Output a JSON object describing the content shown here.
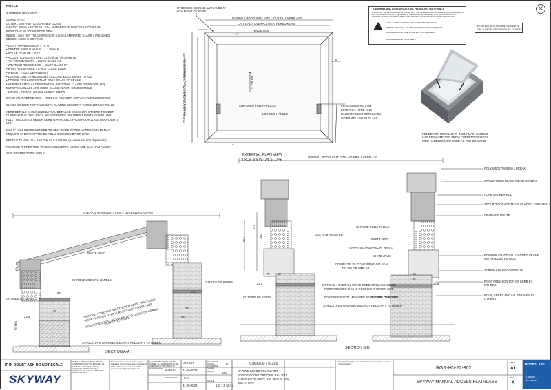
{
  "notes": {
    "title": "NOTES",
    "lines": [
      "X NUMBER REQUIRED",
      "",
      "GLASS SPEC.",
      "OUTER : 4mm HST TOUGHENED GLASS",
      "CAVITY : 20mm ARGON FILLED + WARM EDGE SPACER + DC3363 UV",
      "           RESISTANT SILICONE EDGE SEAL",
      "INNER : 4mm HST TOUGHENED OR 6.8mm LAMINATED GLASS + POLISHED",
      "           EDGES + LOW E COATING",
      "",
      "•  LIGHT TRANSMISSION = 78 %",
      "•  CENTRE PANE U VALUE = 1.1 W/m² K",
      "•  SOLAR G VALUE = 0.63",
      "•  ACOUSTIC REDUCTION = 31 (4/4) 36 (4/6.8) Rw dB",
      "•  AIR PERMEABILITY = CWCT CLASS A4",
      "•  WEATHER RESISTANCE = CWCT CLASS R7",
      "•  WIND RESISTANCE = CWCT CLASS E2400",
      "•  WEIGHT = SIZE DEPENDANT",
      "•  DOWSIL 3363 UV RESISTANT SILICONE EDGE SEALS TO IGU",
      "•  DOWSIL 791 UV RESISTANT EDGE SEALS TO FRAME",
      "•  A4 FIRE-RATED: A4 DESIGNATION (NATIONAL CLASS) OR B ROOF (T4)",
      "    EUROPEAN CLASS AND EURO CLASS A1 NON-COMBUSTIBLE",
      "•  LOADS = 750N/m² WIND & 640N/m² SNOW",
      "",
      "ROOFLIGHT ORDER SIZE = OVERALL FINISHED AND WEATHER KERB DIMS",
      "",
      "GLASS BONDED TO FRAME WITH GLAZING SECURITY TAPE ILLBRUCK TN136",
      "",
      "KERB DETAILS SHOWN INDICATIVE, DETAILED DESIGN BY OTHERS TO MEET",
      "CURRENT BUILDING REGS. AN APPROVED DOCUMENT PART L COMPLIANT",
      "FULLY INSULATED TIMBER KERB IS AVAILABLE FROM ROOFGLAZE ROOFLIGHTS",
      "LTD.",
      "",
      "MIN. 5° FALL RECOMMENDED TO HELP SHED WATER. LARGER UNITS MAY",
      "REQUIRE STEEPER PITCHES. FINAL DECISION BY OTHERS.",
      "",
      "PRODUCT U-VALUE = AS LOW AS 0.8 W/m² K (u-values are size dependant)",
      "",
      "ROOFLIGHT OPERATED VIA ESPAGNOLETTE LOCKS AND GAS RAM ASSIST.",
      "",
      "SIZE RESTRICTIONS APPLY."
    ]
  },
  "plan": {
    "hinge_note": [
      "HINGE SIDE SHOULD ALWAYS BE AT",
      "HIGH POINT OF KERB"
    ],
    "overall_top": "OVERALL ROOFLIGHT SIZE = OVERALL KERB + 82",
    "critical_top": "CRITICAL = OVERALL WEATHERED KERB",
    "hinge_side": "HINGE SIDE",
    "overall_left": "OVERALL ROOFLIGHT SIZE = OVERALL KERB + 82",
    "critical_left": "CRITICAL = OVERALL WEATHERED KERB",
    "fall": "5° min fall",
    "chrome_handles": "CHROMED PULL HANDLES",
    "locking_handle": "LOCKING HANDLE",
    "callouts": [
      "PLASTERBOARD LINE",
      "EXTERNAL KERB LINE",
      "BASE FRAME UNDER GLASS",
      "LID FRAME UNDER GLASS"
    ],
    "section_a": "A",
    "section_b": "B",
    "caption1": "EXTERNAL PLAN VIEW",
    "caption2": "TRUE VIEW ON SLOPE"
  },
  "warning": {
    "title": "CDM HAZARD IDENTIFICATION - HANDLING MATERIALS",
    "body": "IN ADDITION TO THE HAZARDS ASSOCIATED WITH THE NORMAL BUILDING OPERATIONS AND MATERIALS. DUE CONSIDERATION MUST BE GIVEN TO THE HAZARDS ASSOCIATED WITH LIFTING GLASS AND WORKING AT HEIGHT. CONTRACTORS MUST ENSURE SAFE SYSTEMS OF WORK ARE IN PLACE.",
    "bullets": [
      "GLASS - LIFTING HAZARDS, HEAVY WEIGHT, SHARP EDGES",
      "WORKING AT HEIGHT - FALL PREVENTION MEASURES REQUIRED",
      "MANUAL HANDLING - USE SUITABLE LIFTING EQUIPMENT"
    ],
    "ref": "ROOFGLAZE SAFETY DATA / REV A"
  },
  "kerb_note": [
    "KERB DETAILS SHOWN INDICATIVE",
    "ONLY. DETAILED DESIGN BY OTHERS"
  ],
  "render_note": [
    "RENDER OF ROOFLIGHT - NOTE MAIN HANDLE",
    "HAS BEEN OMITTED FROM CURRENT DESIGNS.",
    "SIDE HANDLES NOW USED AS PER DRAWING"
  ],
  "section_a": {
    "overall": "OVERALL ROOFLIGHT SIZE = OVERALL KERB + 82",
    "white_upvc": "WHITE uPVC",
    "chrome_locking": "CHROME LOCKING HANDLE",
    "outside_kerbs_l": "OUTSIDE OF KERBS",
    "outside_kerbs_r": "OUTSIDE OF KERBS",
    "deg5": "5°",
    "critical": [
      "CRITICAL = OVERALL WEATHERED KERB, INCLUDING",
      "ROOF FINISHES. THIS IS ROOFLIGHT ORDER SIZE",
      "FOR ORDER SIZE: MEASURE TO OUTSIDE OF KERBS",
      "DOWN THE SLOPE"
    ],
    "structural": "STRUCTURAL OPENING SIZE NOT RELEVANT TO ORDER",
    "title": "SECTION A-A",
    "dims": {
      "d93": "93",
      "d75": "75",
      "d225": "22.5",
      "d150": "150 MIN",
      "d225b": "22.5",
      "d75b": "75",
      "d93b": "93"
    }
  },
  "section_b": {
    "overall": "OVERALL ROOFLIGHT SIZE = OVERALL KERB + 82",
    "chrome_pull": "CHROME PULL HANDLE",
    "white_upvc": "WHITE uPVC",
    "gas_ram": "GAS RAM ASSISTED",
    "cappit": "CAPPIT BOARD FASCIA, WHITE",
    "white_upvc2": "WHITE uPVC",
    "silicone": [
      "COMPLETE SILICONE WEATHER SEAL",
      "DC 791 OR SIMILAR"
    ],
    "outside_l": "OUTSIDE OF KERBS",
    "outside_r": "OUTSIDE OF KERBS",
    "critical": [
      "CRITICAL = OVERALL WEATHERED KERB, INCLUDING",
      "ROOF FINISHES THIS IS ROOFLIGHT ORDER SIZE",
      "FOR ORDER SIZE: MEASURE TO OUTSIDE OF KERBS"
    ],
    "structural": "STRUCTURAL OPENING SIZE NOT RELEVANT TO ORDER",
    "title": "SECTION B-B",
    "dims": {
      "d264": "264",
      "d213": "213",
      "d152": "152",
      "d225": "22.5",
      "d75": "75",
      "d93": "93",
      "d53": "53",
      "d75r": "75",
      "d225r": "22.5"
    },
    "right_callouts": [
      "POLYAMIDE THERMAL BREAK",
      "STRUCTURED BLACK WEATHER SEAL",
      "FOAM BACKER ROD",
      "SECURITY GRADE TN136 GLAZING TAPE SEALS",
      "DRAINAGE ROUTE",
      "POWDER COATED ALI GLAZING FRAME",
      "WITH HIDDEN FIXINGS",
      "SCREW CHASE COVER CAP",
      "ROOF FINISH ON TOP OF KERB BY",
      "OTHERS",
      "ROOF, KERBS AND ALL FINISHES BY",
      "OTHERS"
    ]
  },
  "title_block": {
    "warning": "IF IN DOUBT ASK DO NOT SCALE",
    "logo": "SKYWAY",
    "responsibility": "IT IS THE RESPONSIBILITY OF THE CLIENT/ARCHITECT TO ENSURE THE KERB WILL BE STRUCTURALLY ADEQUATE. THIS SOLUTION IS INDICATIVE AND FOR ILLUSTRATION PURPOSES ONLY.",
    "copyright": "This information is issued for the purpose stated and must not be copied or reproduced without written consent. It remains the property of Roofglaze Rooflights Ltd.",
    "dims_note": "THIS DRAWING MUST NOT BE SCALED. ALL DIMENSIONS TO BE CHECKED ON SITE PRIOR TO MANUFACTURE.",
    "drawn_by_label": "DRAWN BY",
    "drawn_by": "D.PUGH",
    "date1": "31-05-2023",
    "checked_label": "CHECKED BY",
    "checked": "K. X.",
    "date2": "31-05-2023",
    "tol_label": "TOLERANCE UNLESS OTHERWISE STATED",
    "tol": "±5",
    "units_label": "UNITS",
    "units": "MM",
    "scale_label": "SCALE",
    "scale": "1:2, 1:6 @ A1",
    "material": "ALUMINIUM + GLASS",
    "finish": [
      "MARINE GRADE POLYESTER",
      "POWDER COAT OPTIONS: RAL 7016",
      "ANTHRACITE GREY, RAL 9005 BLACK,",
      "30% GLOSS"
    ],
    "address": "Roofglaze Rooflights Ltd, Unit 3 Moorfield, Sutton Street, Swansea, United Kingdom",
    "dwg_no": "RGR-HV-22-302",
    "title": "SKYWAY MANUAL ACCESS FLATGLASS",
    "size_label": "SIZE",
    "size": "A1",
    "rev_label": "REV",
    "rev": "A",
    "brand": "ROOFGLAZE",
    "brand_sub": [
      "Lighting",
      "by nature"
    ]
  },
  "colors": {
    "frame": "#bcbcbc",
    "dark": "#3a3a3a",
    "brand": "#1f5ea8",
    "hatch": "#777777"
  }
}
